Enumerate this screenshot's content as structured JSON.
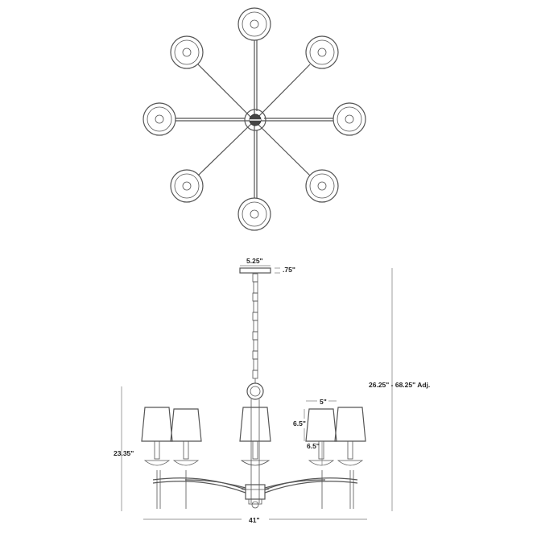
{
  "dimensions": {
    "canopy_width": "5.25\"",
    "canopy_height": ".75\"",
    "overall_height": "26.25\" - 68.25\" Adj.",
    "shade_width": "5\"",
    "shade_height": "6.5\"",
    "socket_height": "6.5\"",
    "body_height": "23.35\"",
    "overall_width": "41\""
  }
}
